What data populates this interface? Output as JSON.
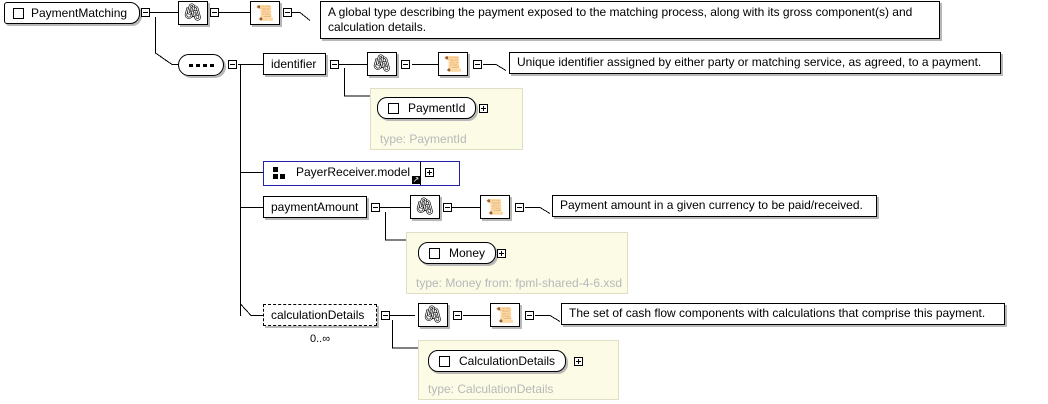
{
  "root": {
    "name": "PaymentMatching",
    "documentation": "A global type describing the payment exposed to the matching process, along with its gross component(s) and calculation details."
  },
  "elements": [
    {
      "name": "identifier",
      "documentation": "Unique identifier assigned by either party or matching service, as agreed, to a payment.",
      "type_name": "PaymentId",
      "type_label": "type: PaymentId"
    },
    {
      "name": "PayerReceiver.model"
    },
    {
      "name": "paymentAmount",
      "documentation": "Payment amount in a given currency to be paid/received.",
      "type_name": "Money",
      "type_label": "type: Money from: fpml-shared-4-6.xsd"
    },
    {
      "name": "calculationDetails",
      "occurs": "0..∞",
      "documentation": "The set of cash flow components with calculations that comprise this payment.",
      "type_name": "CalculationDetails",
      "type_label": "type: CalculationDetails"
    }
  ],
  "icons": {
    "annotation": "paperclip-icon",
    "documentation": "scroll-icon",
    "sequence": "sequence-icon",
    "group": "group-icon"
  }
}
